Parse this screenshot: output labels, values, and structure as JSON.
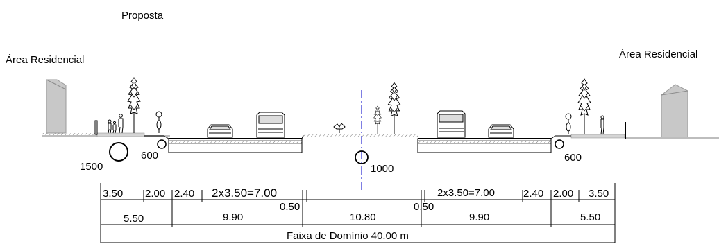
{
  "title": "Proposta",
  "zones": {
    "left": "Área Residencial",
    "right": "Área Residencial"
  },
  "pipes": {
    "left_large": "1500",
    "left_small": "600",
    "center": "1000",
    "right_small": "600"
  },
  "dims_row1": {
    "l1": "3.50",
    "l2": "2.00",
    "l3": "2.40",
    "l4": "2x3.50=7.00",
    "r4": "2x3.50=7.00",
    "r3": "2.40",
    "r2": "2.00",
    "r1": "3.50"
  },
  "dims_row2": {
    "l1": "5.50",
    "l2": "9.90",
    "l3": "0.50",
    "mid": "10.80",
    "r3": "0.50",
    "r2": "9.90",
    "r1": "5.50"
  },
  "total": "Faixa de Domínio 40.00 m",
  "colors": {
    "line": "#000000",
    "ground": "#bdbdbd",
    "building": "#c8c8c8",
    "centerline": "#2a2ad0"
  }
}
